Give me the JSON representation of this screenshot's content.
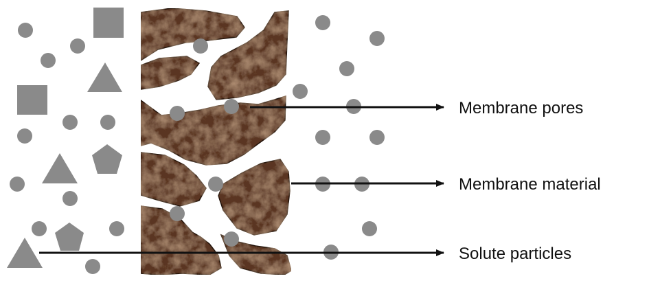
{
  "diagram": {
    "labels": {
      "pores": "Membrane pores",
      "material": "Membrane material",
      "solute": "Solute particles"
    },
    "colors": {
      "particle": "#8a8a8a",
      "membrane": "#5a3420",
      "membrane_light": "#8b5a3a",
      "membrane_dark": "#2e1a0f",
      "arrow": "#111111",
      "background": "#ffffff"
    },
    "particle_shapes": [
      "circle",
      "square",
      "triangle",
      "pentagon"
    ]
  }
}
